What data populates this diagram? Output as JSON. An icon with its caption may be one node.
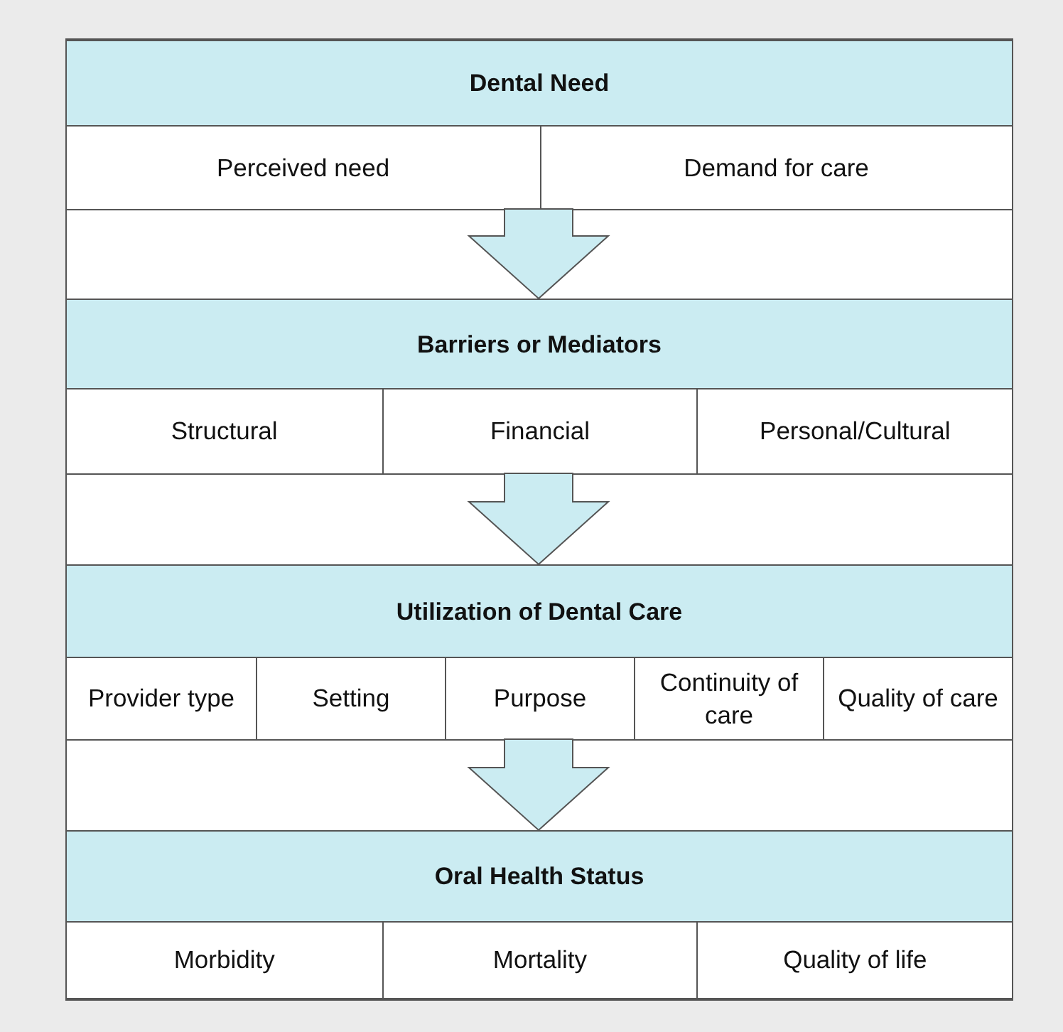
{
  "diagram": {
    "nodes": [
      {
        "text": [
          "Dental Need"
        ]
      },
      {
        "text": [
          "Perceived need"
        ],
        "in": 0
      },
      {
        "text": [
          "Demand for care"
        ],
        "in": 0
      },
      {
        "text": [
          "Barriers or Mediators"
        ]
      },
      {
        "text": [
          "Structural"
        ],
        "in": 3
      },
      {
        "text": [
          "Financial"
        ],
        "in": 3
      },
      {
        "text": [
          "Personal/Cultural"
        ],
        "in": 3
      },
      {
        "text": [
          "Utilization of Dental Care"
        ]
      },
      {
        "text": [
          "Provider type"
        ],
        "in": 7
      },
      {
        "text": [
          "Setting"
        ],
        "in": 7
      },
      {
        "text": [
          "Purpose"
        ],
        "in": 7
      },
      {
        "text": [
          "Continuity of care"
        ],
        "in": 7
      },
      {
        "text": [
          "Quality of care"
        ],
        "in": 7
      },
      {
        "text": [
          "Oral Health Status"
        ]
      },
      {
        "text": [
          "Morbidity"
        ],
        "in": 13
      },
      {
        "text": [
          "Mortality"
        ],
        "in": 13
      },
      {
        "text": [
          "Quality of life"
        ],
        "in": 13
      }
    ],
    "edges": [
      {
        "from": 0,
        "to": 3,
        "arrow": "to"
      },
      {
        "from": 3,
        "to": 7,
        "arrow": "to"
      },
      {
        "from": 7,
        "to": 13,
        "arrow": "to"
      }
    ]
  }
}
